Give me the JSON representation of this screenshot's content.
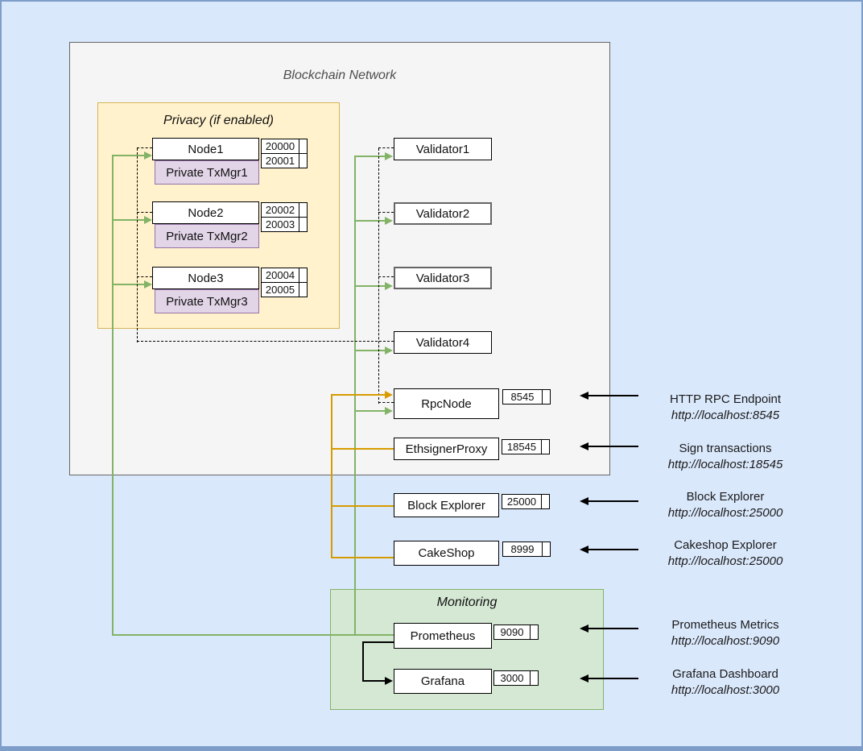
{
  "diagram": {
    "title": "Blockchain Network",
    "privacy": {
      "title": "Privacy (if enabled)",
      "nodes": [
        {
          "label": "Node1",
          "txmgr": "Private TxMgr1",
          "ports": [
            "20000",
            "20001"
          ]
        },
        {
          "label": "Node2",
          "txmgr": "Private TxMgr2",
          "ports": [
            "20002",
            "20003"
          ]
        },
        {
          "label": "Node3",
          "txmgr": "Private TxMgr3",
          "ports": [
            "20004",
            "20005"
          ]
        }
      ]
    },
    "validators": [
      {
        "label": "Validator1"
      },
      {
        "label": "Validator2"
      },
      {
        "label": "Validator3"
      },
      {
        "label": "Validator4"
      }
    ],
    "services": [
      {
        "label": "RpcNode",
        "port": "8545"
      },
      {
        "label": "EthsignerProxy",
        "port": "18545"
      },
      {
        "label": "Block Explorer",
        "port": "25000"
      },
      {
        "label": "CakeShop",
        "port": "8999"
      }
    ],
    "monitoring": {
      "title": "Monitoring",
      "services": [
        {
          "label": "Prometheus",
          "port": "9090"
        },
        {
          "label": "Grafana",
          "port": "3000"
        }
      ]
    },
    "annotations": [
      {
        "title": "HTTP RPC Endpoint",
        "url": "http://localhost:8545"
      },
      {
        "title": "Sign transactions",
        "url": "http://localhost:18545"
      },
      {
        "title": "Block Explorer",
        "url": "http://localhost:25000"
      },
      {
        "title": "Cakeshop Explorer",
        "url": "http://localhost:25000"
      },
      {
        "title": "Prometheus Metrics",
        "url": "http://localhost:9090"
      },
      {
        "title": "Grafana Dashboard",
        "url": "http://localhost:3000"
      }
    ],
    "colors": {
      "page_background": "#dae8fc",
      "frame_border": "#7e9dc8",
      "network_fill": "#f5f5f5",
      "network_border": "#666666",
      "privacy_fill": "#fff2cc",
      "privacy_border": "#d6b656",
      "txmgr_fill": "#e1d5e7",
      "txmgr_border": "#9673a6",
      "monitoring_fill": "#d5e8d4",
      "monitoring_border": "#82b366",
      "green_connector": "#82b366",
      "orange_connector": "#d79b00",
      "dashed_connector": "#000000",
      "annotation_arrow": "#000000"
    }
  }
}
